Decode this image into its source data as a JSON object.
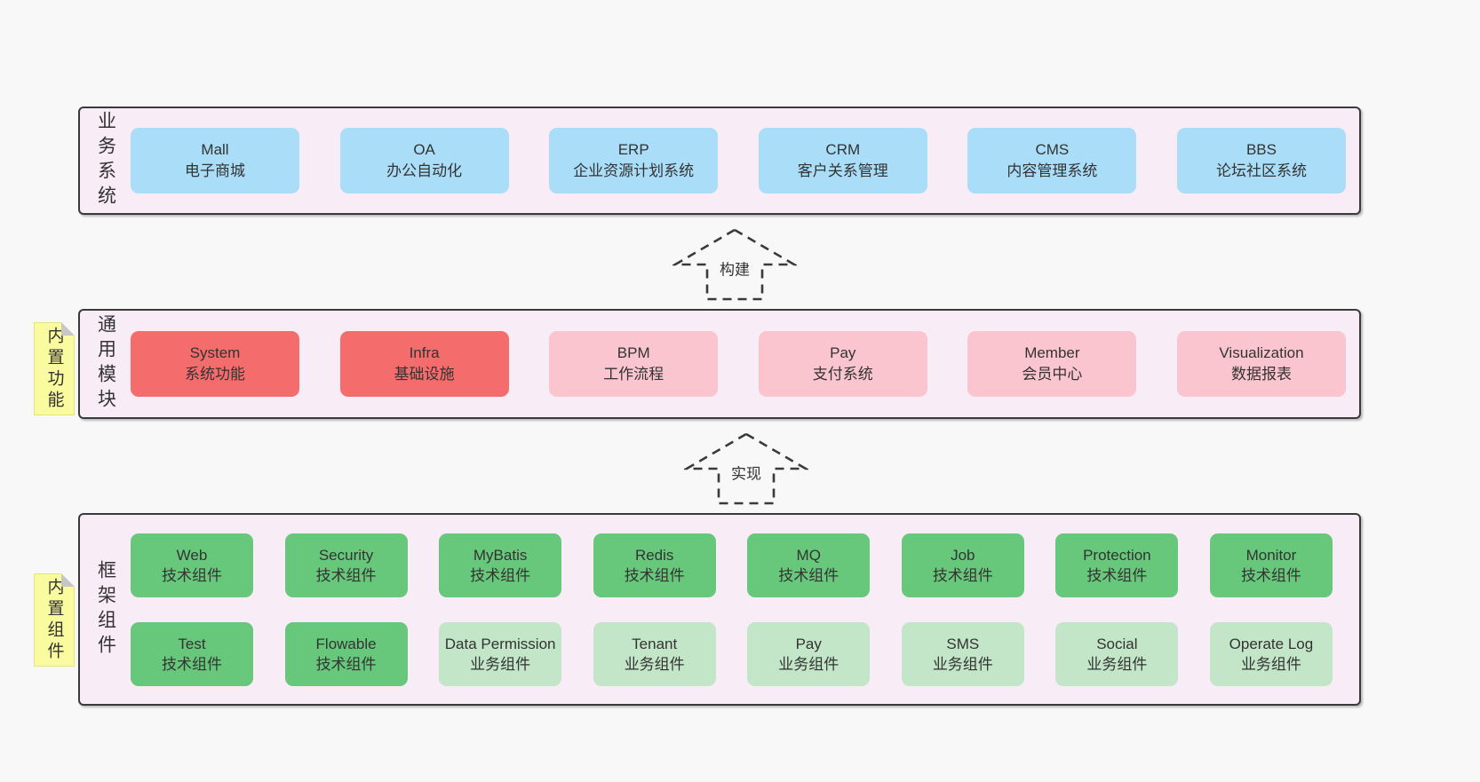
{
  "palette": {
    "page_bg": "#f8f8f8",
    "container_bg": "#f8ecf6",
    "container_border": "#3a3a3a",
    "blue_box": "#aaddf7",
    "red_box": "#f56c6c",
    "pink_box": "#fac5cf",
    "green_box": "#67c87b",
    "light_green_box": "#c2e6c7",
    "note_bg": "#fafa9e",
    "text": "#333333"
  },
  "layers": {
    "business": {
      "label": "业务系统",
      "boxes": [
        {
          "name": "Mall",
          "desc": "电子商城"
        },
        {
          "name": "OA",
          "desc": "办公自动化"
        },
        {
          "name": "ERP",
          "desc": "企业资源计划系统"
        },
        {
          "name": "CRM",
          "desc": "客户关系管理"
        },
        {
          "name": "CMS",
          "desc": "内容管理系统"
        },
        {
          "name": "BBS",
          "desc": "论坛社区系统"
        }
      ]
    },
    "modules": {
      "label": "通用模块",
      "note": "内置功能",
      "boxes": [
        {
          "name": "System",
          "desc": "系统功能"
        },
        {
          "name": "Infra",
          "desc": "基础设施"
        },
        {
          "name": "BPM",
          "desc": "工作流程"
        },
        {
          "name": "Pay",
          "desc": "支付系统"
        },
        {
          "name": "Member",
          "desc": "会员中心"
        },
        {
          "name": "Visualization",
          "desc": "数据报表"
        }
      ]
    },
    "components": {
      "label": "框架组件",
      "note": "内置组件",
      "row1": [
        {
          "name": "Web",
          "desc": "技术组件"
        },
        {
          "name": "Security",
          "desc": "技术组件"
        },
        {
          "name": "MyBatis",
          "desc": "技术组件"
        },
        {
          "name": "Redis",
          "desc": "技术组件"
        },
        {
          "name": "MQ",
          "desc": "技术组件"
        },
        {
          "name": "Job",
          "desc": "技术组件"
        },
        {
          "name": "Protection",
          "desc": "技术组件"
        },
        {
          "name": "Monitor",
          "desc": "技术组件"
        }
      ],
      "row2": [
        {
          "name": "Test",
          "desc": "技术组件"
        },
        {
          "name": "Flowable",
          "desc": "技术组件"
        },
        {
          "name": "Data Permission",
          "desc": "业务组件"
        },
        {
          "name": "Tenant",
          "desc": "业务组件"
        },
        {
          "name": "Pay",
          "desc": "业务组件"
        },
        {
          "name": "SMS",
          "desc": "业务组件"
        },
        {
          "name": "Social",
          "desc": "业务组件"
        },
        {
          "name": "Operate Log",
          "desc": "业务组件"
        }
      ]
    }
  },
  "arrows": [
    {
      "label": "构建"
    },
    {
      "label": "实现"
    }
  ]
}
